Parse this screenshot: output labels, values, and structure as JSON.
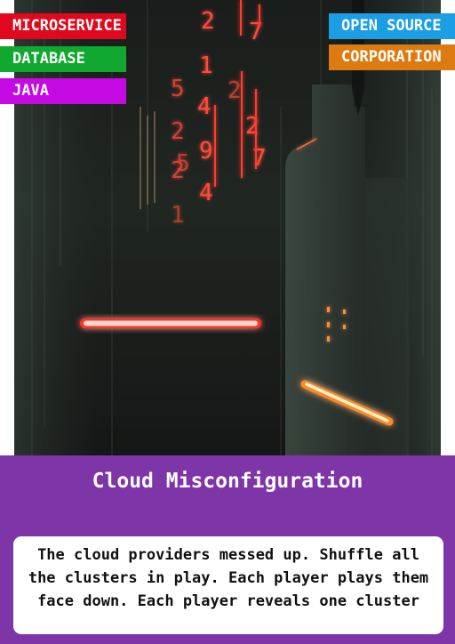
{
  "card": {
    "title": "Cloud Misconfiguration",
    "description": "The cloud providers messed up. Shuffle all the clusters in play. Each player plays them face down. Each player reveals one cluster",
    "panel_color": "#7e35a8"
  },
  "tags_left": [
    {
      "label": "MICROSERVICE",
      "color": "#e1081e"
    },
    {
      "label": "DATABASE",
      "color": "#11a830"
    },
    {
      "label": "JAVA",
      "color": "#c409e3"
    }
  ],
  "tags_right": [
    {
      "label": "OPEN SOURCE",
      "color": "#1b9ee3"
    },
    {
      "label": "CORPORATION",
      "color": "#db7b12"
    }
  ],
  "artwork": {
    "glyphs": [
      "2",
      "1",
      "4",
      "9",
      "4",
      "5",
      "7",
      "2",
      "2",
      "1",
      "2",
      "2",
      "5",
      "7"
    ]
  }
}
